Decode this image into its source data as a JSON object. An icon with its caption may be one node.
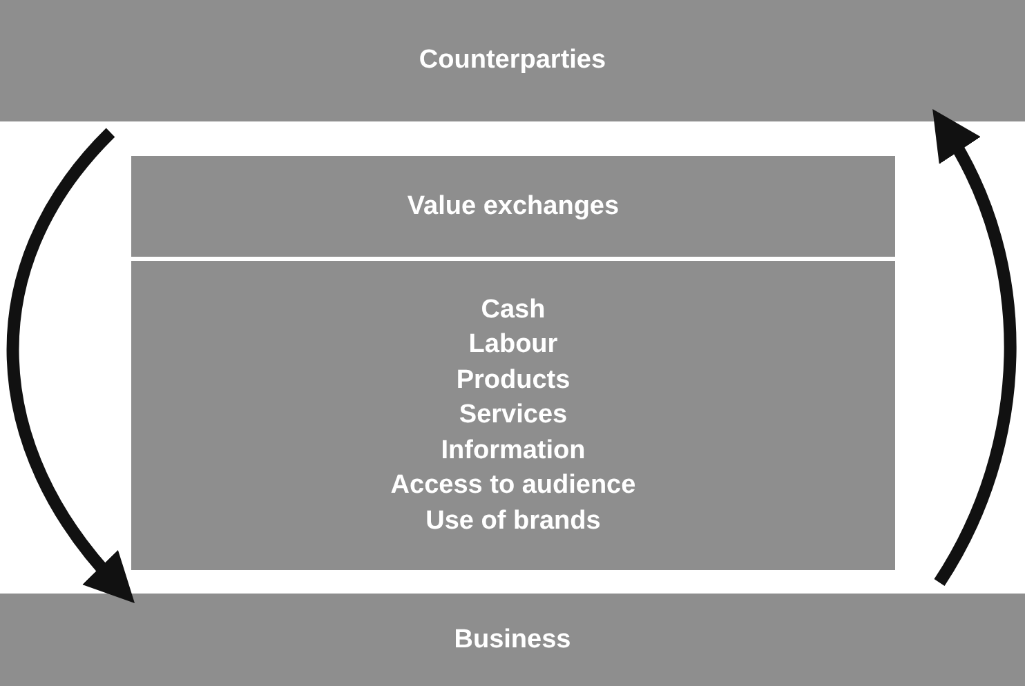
{
  "diagram": {
    "nodes": [
      {
        "text": [
          "Counterparties"
        ]
      },
      {
        "text": [
          "Value exchanges"
        ]
      },
      {
        "text": [
          "Cash",
          "Labour",
          "Products",
          "Services",
          "Information",
          "Access to audience",
          "Use of brands"
        ]
      },
      {
        "text": [
          "Business"
        ]
      }
    ],
    "edges": [
      {
        "from": 0,
        "to": 3,
        "arrow": "to"
      },
      {
        "from": 3,
        "to": 0,
        "arrow": "to"
      }
    ]
  }
}
